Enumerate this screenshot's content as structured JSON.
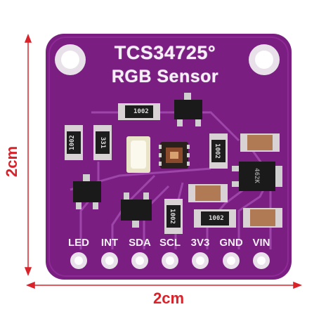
{
  "board": {
    "title": "TCS34725°",
    "subtitle": "RGB Sensor",
    "pins": [
      "LED",
      "INT",
      "SDA",
      "SCL",
      "3V3",
      "GND",
      "VIN"
    ]
  },
  "dimensions": {
    "width_label": "2cm",
    "height_label": "2cm"
  },
  "components": {
    "resistor_top": "1002",
    "resistor_left1": "1002",
    "resistor_left2": "331",
    "resistor_right": "1002",
    "resistor_mid": "1002",
    "resistor_bottom": "1002",
    "regulator": "462K"
  },
  "colors": {
    "pcb": "#7a1e82",
    "silkscreen": "#f4f0f6",
    "dimension_lines": "#d9222a"
  }
}
